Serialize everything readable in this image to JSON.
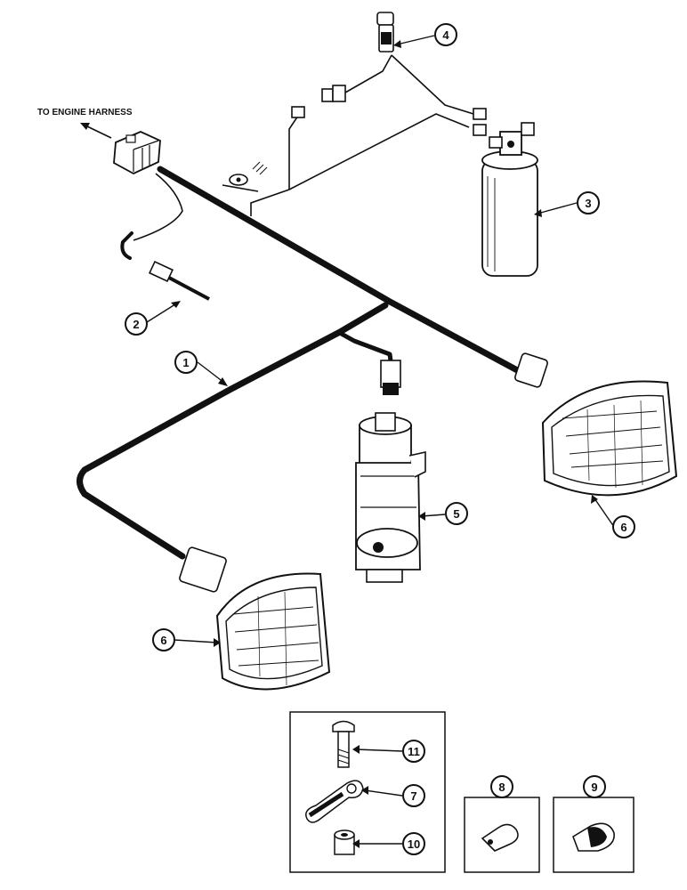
{
  "caption": {
    "engine_harness": "TO ENGINE HARNESS"
  },
  "callouts": {
    "c1": "1",
    "c2": "2",
    "c3": "3",
    "c4": "4",
    "c5": "5",
    "c6a": "6",
    "c6b": "6",
    "c7": "7",
    "c8": "8",
    "c9": "9",
    "c10": "10",
    "c11": "11"
  }
}
